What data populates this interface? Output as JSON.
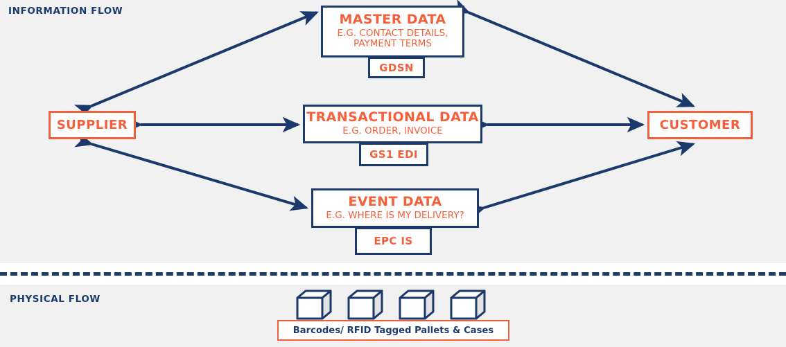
{
  "diagram": {
    "sections": {
      "information_flow": "INFORMATION FLOW",
      "physical_flow": "PHYSICAL FLOW"
    },
    "colors": {
      "navy": "#1b3a6b",
      "orange": "#f4603a",
      "background": "#f1f1f1",
      "box_fill": "#ffffff"
    },
    "actors": [
      {
        "id": "supplier",
        "label": "SUPPLIER"
      },
      {
        "id": "customer",
        "label": "CUSTOMER"
      }
    ],
    "data_boxes": [
      {
        "id": "master",
        "title": "MASTER DATA",
        "subtitle_line1": "E.G. CONTACT DETAILS,",
        "subtitle_line2": "PAYMENT TERMS",
        "standard": "GDSN"
      },
      {
        "id": "transactional",
        "title": "TRANSACTIONAL DATA",
        "subtitle_line1": "E.G. ORDER, INVOICE",
        "subtitle_line2": "",
        "standard": "GS1 EDI"
      },
      {
        "id": "event",
        "title": "EVENT DATA",
        "subtitle_line1": "E.G. WHERE IS MY DELIVERY?",
        "subtitle_line2": "",
        "standard": "EPC IS"
      }
    ],
    "physical": {
      "caption": "Barcodes/ RFID Tagged Pallets & Cases",
      "cube_count": 4
    },
    "flows": [
      {
        "from": "supplier",
        "to": "master",
        "direction": "both"
      },
      {
        "from": "customer",
        "to": "master",
        "direction": "both"
      },
      {
        "from": "supplier",
        "to": "transactional",
        "direction": "both"
      },
      {
        "from": "customer",
        "to": "transactional",
        "direction": "both"
      },
      {
        "from": "supplier",
        "to": "event",
        "direction": "both"
      },
      {
        "from": "customer",
        "to": "event",
        "direction": "both"
      }
    ]
  }
}
